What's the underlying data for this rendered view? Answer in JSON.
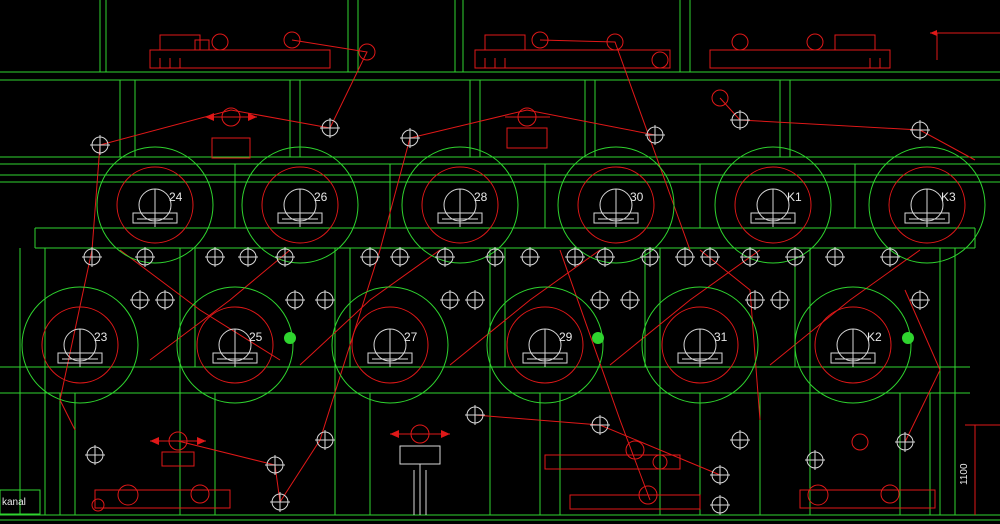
{
  "colors": {
    "background": "#000000",
    "frame": "#2fd42f",
    "belt": "#e01818",
    "component": "#d8d8d8",
    "marker": "#2fd42f"
  },
  "top_row_labels": [
    "24",
    "26",
    "28",
    "30",
    "K1",
    "K3"
  ],
  "bottom_row_labels": [
    "23",
    "25",
    "27",
    "29",
    "31",
    "K2"
  ],
  "dimension_label": "1100",
  "corner_text": "kanal"
}
